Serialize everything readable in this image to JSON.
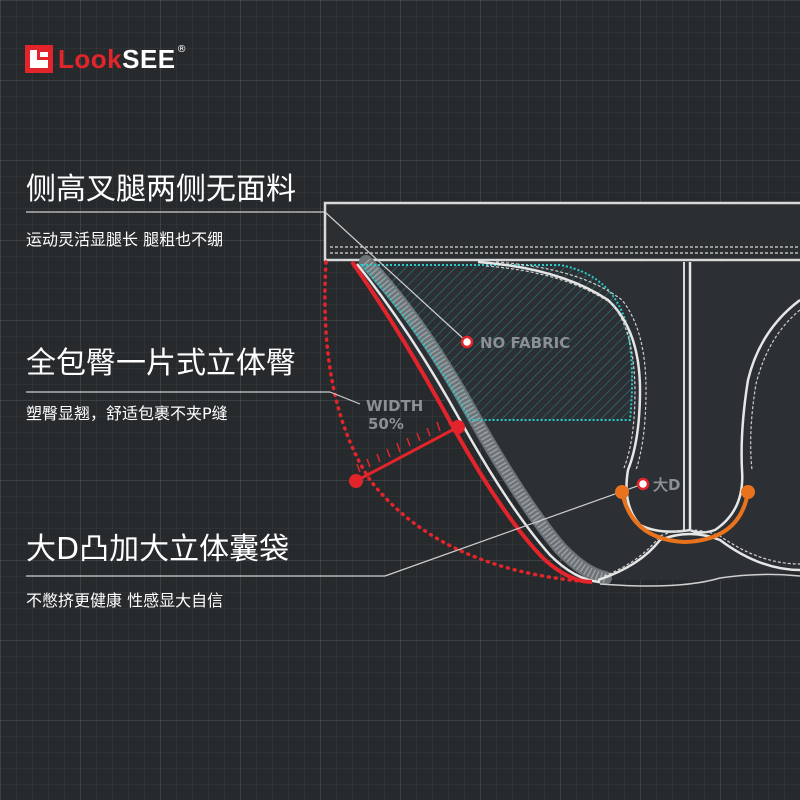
{
  "brand": {
    "name_part1": "Look",
    "name_part2": "SEE",
    "registered_mark": "®",
    "colors": {
      "red": "#e3242b",
      "white": "#ffffff"
    }
  },
  "features": [
    {
      "heading": "侧高叉腿两侧无面料",
      "subtext": "运动灵活显腿长 腿粗也不绷"
    },
    {
      "heading": "全包臀一片式立体臀",
      "subtext": "塑臀显翘，舒适包裹不夹P缝"
    },
    {
      "heading": "大D凸加大立体囊袋",
      "subtext": "不憋挤更健康 性感显大自信"
    }
  ],
  "diagram_labels": {
    "no_fabric": "NO FABRIC",
    "width_label": "WIDTH",
    "width_value": "50%",
    "big_d": "大D"
  },
  "colors": {
    "background": "#262a2d",
    "red": "#e3242b",
    "cyan": "#2cc9c9",
    "orange": "#e8731c",
    "outline": "#d9d9d9"
  }
}
